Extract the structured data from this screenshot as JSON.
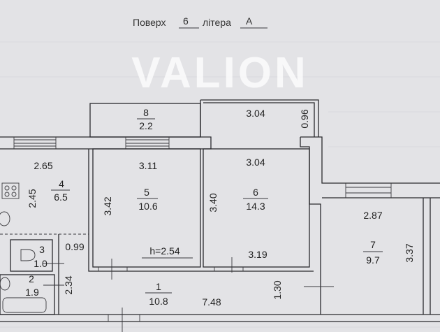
{
  "header": {
    "floor_label": "Поверх",
    "floor_value": "6",
    "letter_label": "літера",
    "letter_value": "А"
  },
  "watermark": "VALION",
  "ceiling_height": "h=2.54",
  "rooms": [
    {
      "number": "1",
      "area": "10.8"
    },
    {
      "number": "2",
      "area": "1.9"
    },
    {
      "number": "3",
      "area": "1.0"
    },
    {
      "number": "4",
      "area": "6.5"
    },
    {
      "number": "5",
      "area": "10.6"
    },
    {
      "number": "6",
      "area": "14.3"
    },
    {
      "number": "7",
      "area": "9.7"
    },
    {
      "number": "8",
      "area": "2.2"
    }
  ],
  "dimensions": {
    "kitchen_width": "2.65",
    "kitchen_length": "2.45",
    "room5_width": "3.11",
    "room5_length": "3.42",
    "balcony6_width": "3.04",
    "balcony6_depth": "0.96",
    "room6_top": "3.04",
    "room6_length": "3.40",
    "room6_bottom": "3.19",
    "room7_width": "2.87",
    "room7_length": "3.37",
    "toilet_width": "0.99",
    "bath_length": "2.34",
    "corridor_length": "7.48",
    "corridor_width": "1.30"
  }
}
